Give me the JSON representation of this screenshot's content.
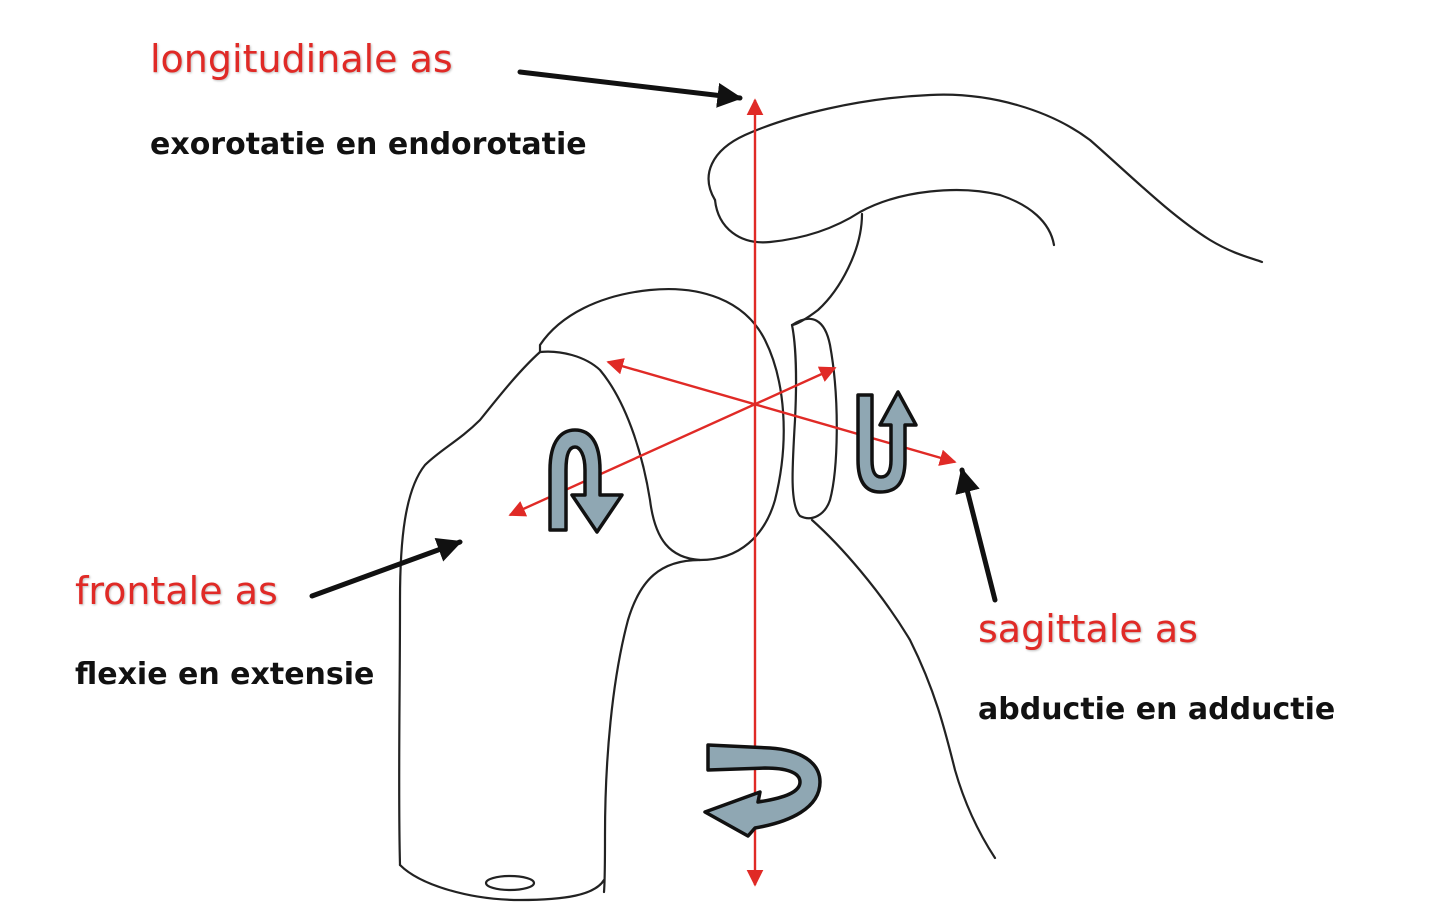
{
  "labels": {
    "longitudinal": {
      "title": "longitudinale as",
      "desc": "exorotatie en endorotatie"
    },
    "frontal": {
      "title": "frontale as",
      "desc": "flexie en extensie"
    },
    "sagittal": {
      "title": "sagittale as",
      "desc": "abductie en adductie"
    }
  },
  "colors": {
    "axis_red": "#e02a26",
    "outline": "#222222",
    "rotation_fill": "#8fa7b3",
    "pointer": "#111111"
  },
  "icons": [
    "rotation-arrow-frontal",
    "rotation-arrow-sagittal",
    "rotation-arrow-longitudinal"
  ]
}
